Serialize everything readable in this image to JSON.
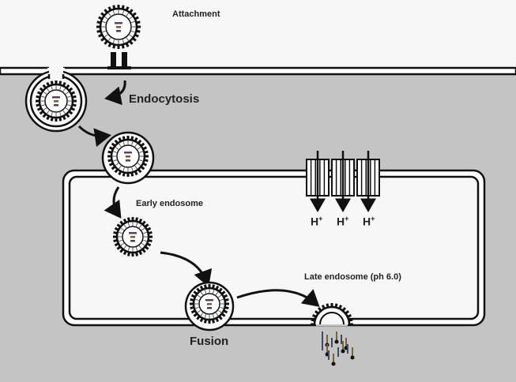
{
  "labels": {
    "attachment": "Attachment",
    "endocytosis": "Endocytosis",
    "early_endosome": "Early endosome",
    "late_endosome": "Late endosome (ph 6.0)",
    "fusion": "Fusion"
  },
  "protons": [
    {
      "symbol": "H",
      "charge": "+"
    },
    {
      "symbol": "H",
      "charge": "+"
    },
    {
      "symbol": "H",
      "charge": "+"
    }
  ],
  "colors": {
    "extracellular": "#f7f7f7",
    "cytoplasm": "#c4c4c4",
    "endosome_lumen": "#f7f7f7",
    "membrane": "#111111"
  }
}
